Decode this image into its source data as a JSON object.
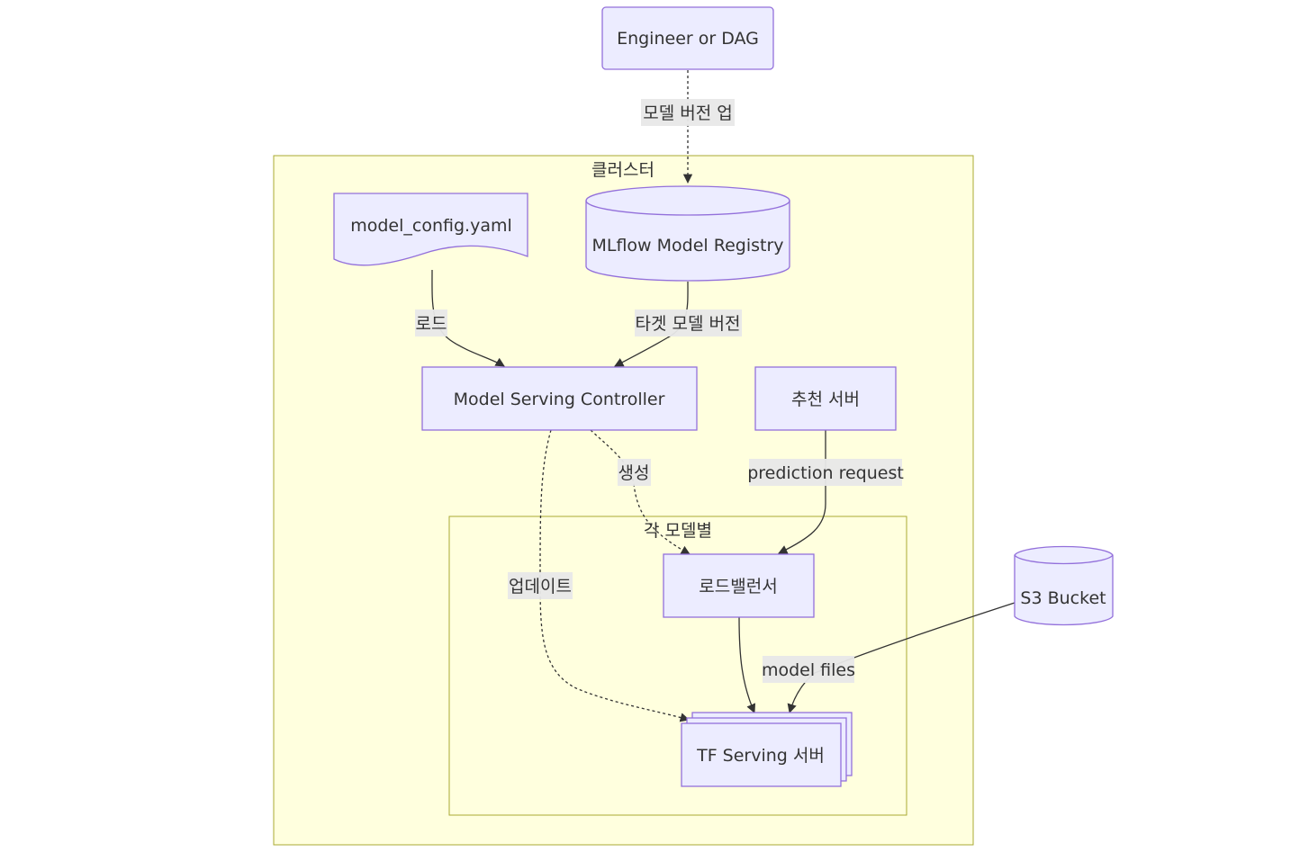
{
  "clusters": {
    "outer": "클러스터",
    "inner": "각 모델별"
  },
  "nodes": {
    "engineer": "Engineer or DAG",
    "config": "model_config.yaml",
    "registry": "MLflow Model Registry",
    "controller": "Model Serving Controller",
    "reco": "추천 서버",
    "lb": "로드밸런서",
    "tf": "TF Serving 서버",
    "s3": "S3 Bucket"
  },
  "edges": {
    "engineer_registry": "모델 버전 업",
    "config_controller": "로드",
    "registry_controller": "타겟 모델 버전",
    "controller_lb": "생성",
    "controller_tf": "업데이트",
    "reco_lb": "prediction request",
    "s3_tf": "model files"
  }
}
